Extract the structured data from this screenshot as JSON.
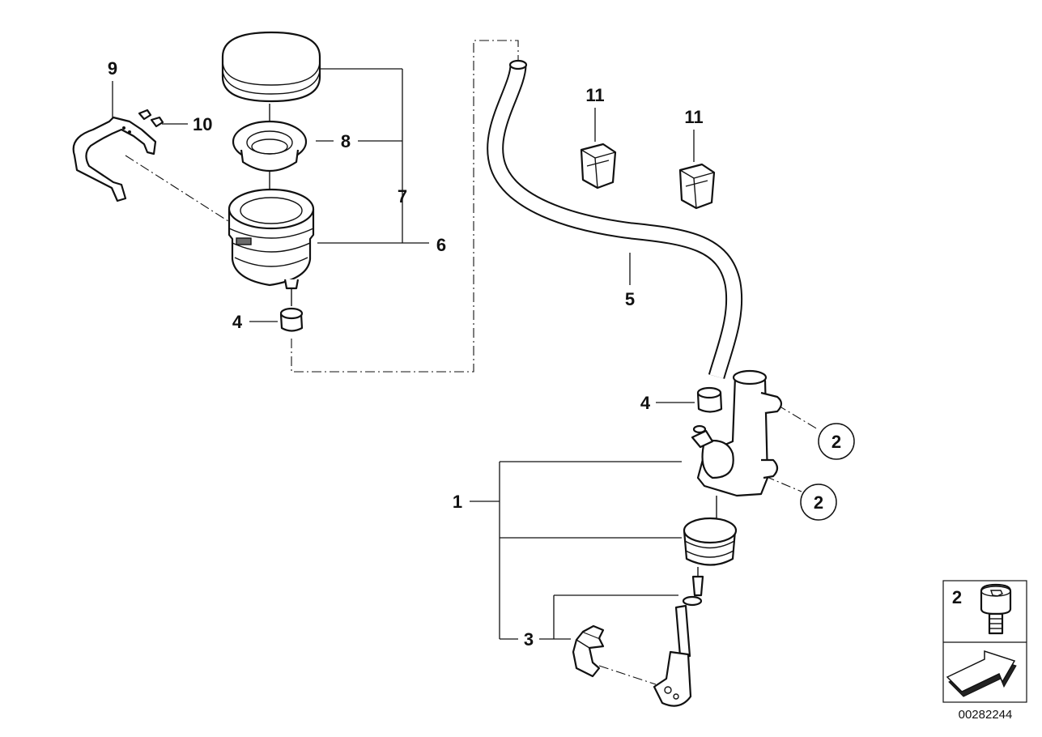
{
  "callouts": {
    "c1": "1",
    "c2a": "2",
    "c2b": "2",
    "c3": "3",
    "c4a": "4",
    "c4b": "4",
    "c5": "5",
    "c6": "6",
    "c7": "7",
    "c8": "8",
    "c9": "9",
    "c10": "10",
    "c11a": "11",
    "c11b": "11"
  },
  "legend": {
    "number": "2"
  },
  "reference_number": "00282244"
}
